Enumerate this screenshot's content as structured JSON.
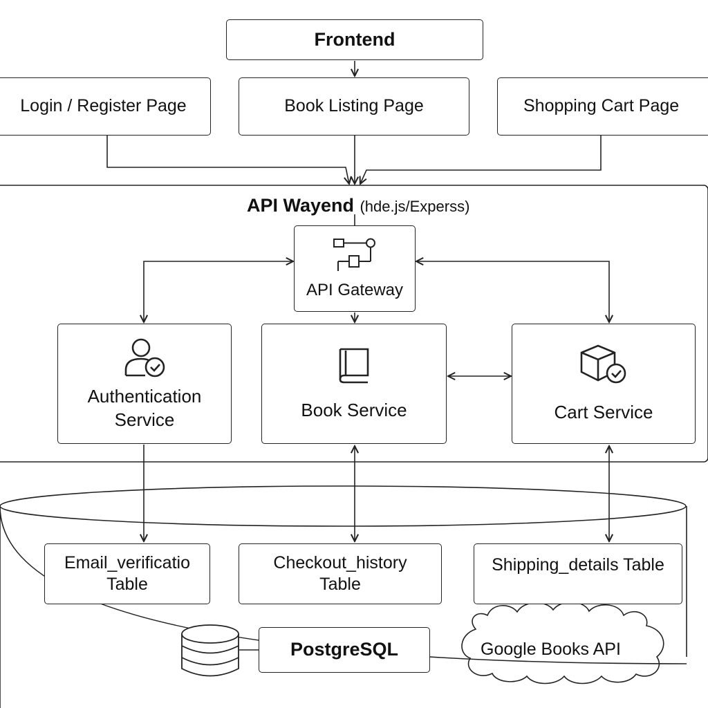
{
  "frontend": {
    "title": "Frontend",
    "pages": [
      "Login / Register Page",
      "Book Listing Page",
      "Shopping Cart Page"
    ]
  },
  "backend": {
    "title": "API Wayend",
    "subtitle": "(hde.js/Experss)",
    "gateway": "API Gateway",
    "services": {
      "auth": [
        "Authentication",
        "Service"
      ],
      "book": "Book Service",
      "cart": "Cart Service"
    }
  },
  "database": {
    "tables": {
      "email": [
        "Email_verificatio",
        "Table"
      ],
      "checkout": [
        "Checkout_history",
        "Table"
      ],
      "shipping": "Shipping_details Table"
    },
    "engine": "PostgreSQL",
    "external": "Google Books API"
  },
  "icons": [
    "gateway-flow-icon",
    "user-check-icon",
    "book-icon",
    "box-check-icon",
    "database-icon",
    "cloud-shape"
  ]
}
